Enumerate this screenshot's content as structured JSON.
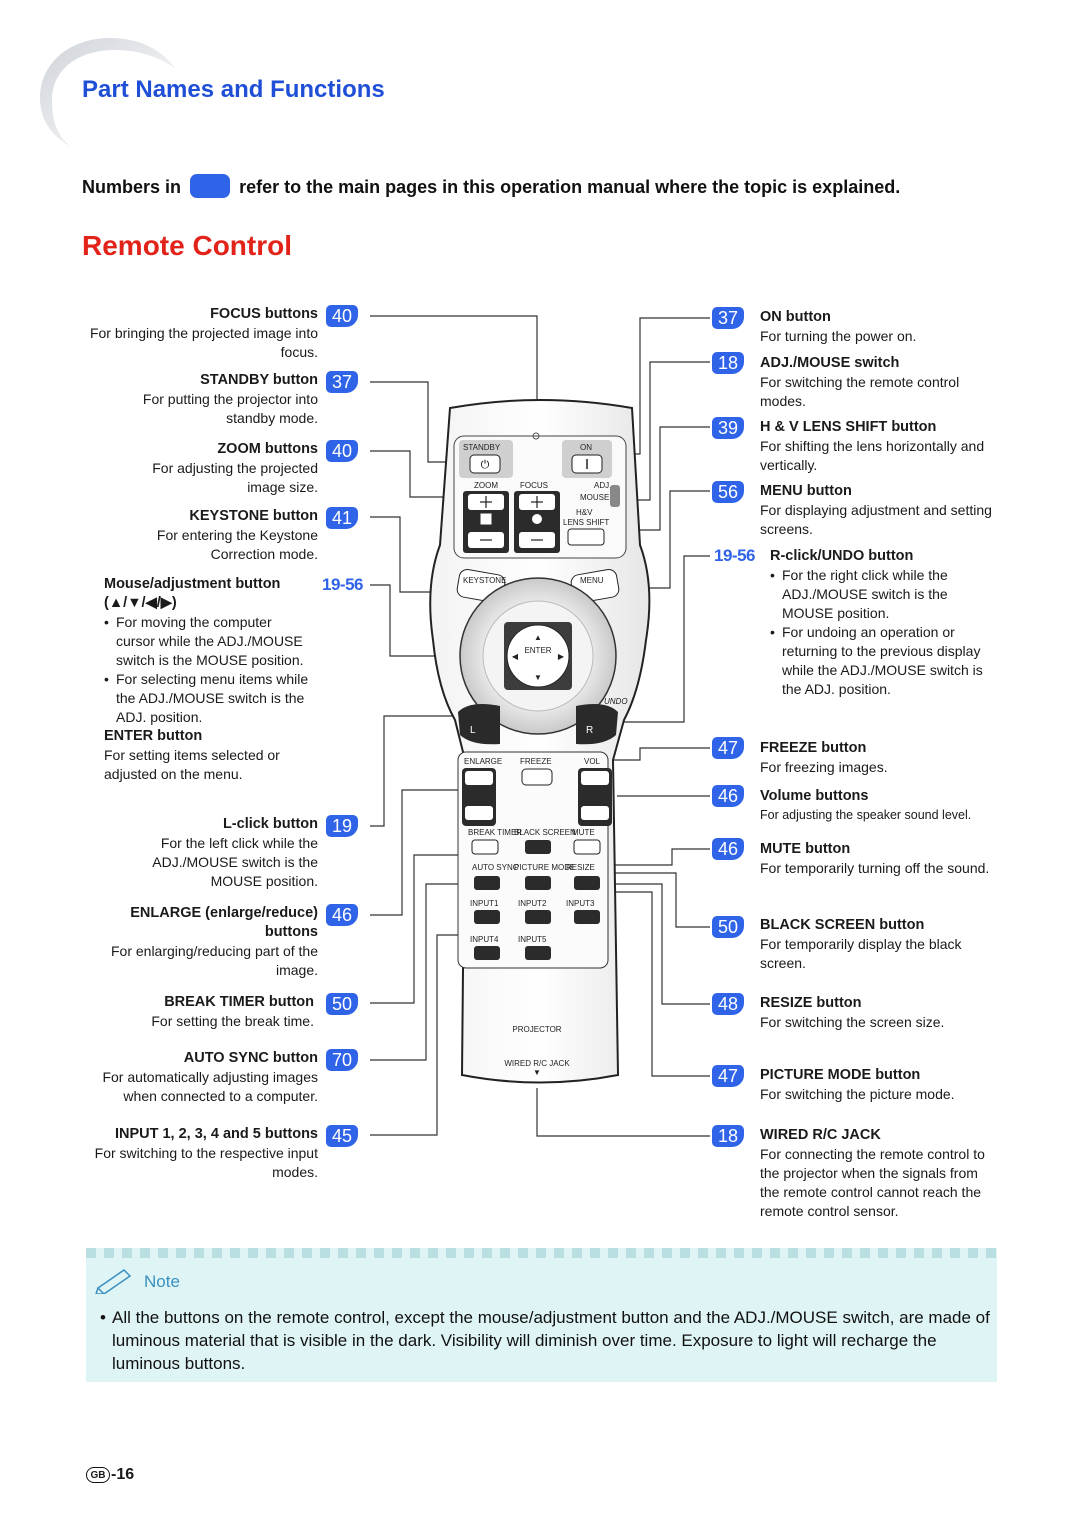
{
  "section_title": "Part Names and Functions",
  "intro": {
    "before": "Numbers in",
    "after": "refer to the main pages in this operation manual where the topic is explained."
  },
  "page_title": "Remote Control",
  "left_labels": [
    {
      "page": "40",
      "name": "FOCUS buttons",
      "desc": "For bringing the projected image into focus."
    },
    {
      "page": "37",
      "name": "STANDBY button",
      "desc": "For putting the projector into standby mode."
    },
    {
      "page": "40",
      "name": "ZOOM buttons",
      "desc": "For adjusting the projected image size."
    },
    {
      "page": "41",
      "name": "KEYSTONE button",
      "desc": "For entering the Keystone Correction mode."
    },
    {
      "page": "19-56",
      "name": "Mouse/adjustment button",
      "arrows": "(▲/▼/◀/▶)",
      "bullets": [
        "For moving the computer cursor while the ADJ./MOUSE switch is the MOUSE position.",
        "For selecting menu items while the ADJ./MOUSE switch is the ADJ. position."
      ],
      "sub_name": "ENTER button",
      "sub_desc": "For setting items selected or adjusted on the menu."
    },
    {
      "page": "19",
      "name": "L-click button",
      "desc": "For the left click while the ADJ./MOUSE switch is the MOUSE position."
    },
    {
      "page": "46",
      "name": "ENLARGE (enlarge/reduce)",
      "name2": "buttons",
      "desc": "For enlarging/reducing part of the image."
    },
    {
      "page": "50",
      "name": "BREAK TIMER button",
      "desc": "For setting the break time."
    },
    {
      "page": "70",
      "name": "AUTO SYNC button",
      "desc": "For automatically adjusting images when connected to a computer."
    },
    {
      "page": "45",
      "name": "INPUT 1, 2, 3, 4 and 5 buttons",
      "desc": "For switching to the respective input modes."
    }
  ],
  "right_labels": [
    {
      "page": "37",
      "name": "ON button",
      "desc": "For turning the power on."
    },
    {
      "page": "18",
      "name": "ADJ./MOUSE switch",
      "desc": "For switching the remote control modes."
    },
    {
      "page": "39",
      "name": "H & V LENS SHIFT button",
      "desc": "For shifting the lens horizontally and vertically."
    },
    {
      "page": "56",
      "name": "MENU button",
      "desc": "For displaying adjustment and setting screens."
    },
    {
      "page": "19-56",
      "name": "R-click/UNDO button",
      "bullets": [
        "For the right click while the ADJ./MOUSE switch is the MOUSE position.",
        "For undoing an operation or returning to the previous display while the ADJ./MOUSE switch is the ADJ. position."
      ]
    },
    {
      "page": "47",
      "name": "FREEZE button",
      "desc": "For freezing images."
    },
    {
      "page": "46",
      "name": "Volume buttons",
      "desc": "For adjusting the speaker sound level."
    },
    {
      "page": "46",
      "name": "MUTE button",
      "desc": "For temporarily turning off the sound."
    },
    {
      "page": "50",
      "name": "BLACK SCREEN button",
      "desc": "For temporarily display the black screen."
    },
    {
      "page": "48",
      "name": "RESIZE button",
      "desc": "For switching the screen size."
    },
    {
      "page": "47",
      "name": "PICTURE MODE button",
      "desc": "For switching the picture mode."
    },
    {
      "page": "18",
      "name": "WIRED R/C JACK",
      "desc": "For connecting the remote control to the projector when the signals from the remote control cannot reach the remote control sensor."
    }
  ],
  "remote": {
    "standby": "STANDBY",
    "on": "ON",
    "zoom": "ZOOM",
    "focus": "FOCUS",
    "adj": "ADJ.",
    "mouse": "MOUSE",
    "hv": "H&V",
    "lens_shift": "LENS SHIFT",
    "keystone": "KEYSTONE",
    "menu": "MENU",
    "enter": "ENTER",
    "undo": "UNDO",
    "l": "L",
    "r": "R",
    "enlarge": "ENLARGE",
    "freeze": "FREEZE",
    "vol": "VOL",
    "break_timer": "BREAK TIMER",
    "black_screen": "BLACK SCREEN",
    "mute": "MUTE",
    "auto_sync": "AUTO SYNC",
    "picture_mode": "PICTURE MODE",
    "resize": "RESIZE",
    "input1": "INPUT1",
    "input2": "INPUT2",
    "input3": "INPUT3",
    "input4": "INPUT4",
    "input5": "INPUT5",
    "projector": "PROJECTOR",
    "wired_jack": "WIRED R/C JACK"
  },
  "note": {
    "label": "Note",
    "text": "All the buttons on the remote control, except the mouse/adjustment button and the ADJ./MOUSE switch, are made of luminous material that is visible in the dark. Visibility will diminish over time. Exposure to light will recharge the luminous buttons."
  },
  "page_number": {
    "region": "GB",
    "num": "-16"
  },
  "colors": {
    "heading_blue": "#1f4fd6",
    "title_red": "#e2231a",
    "badge_blue": "#2f63e8",
    "note_bg": "#dff4f5"
  }
}
